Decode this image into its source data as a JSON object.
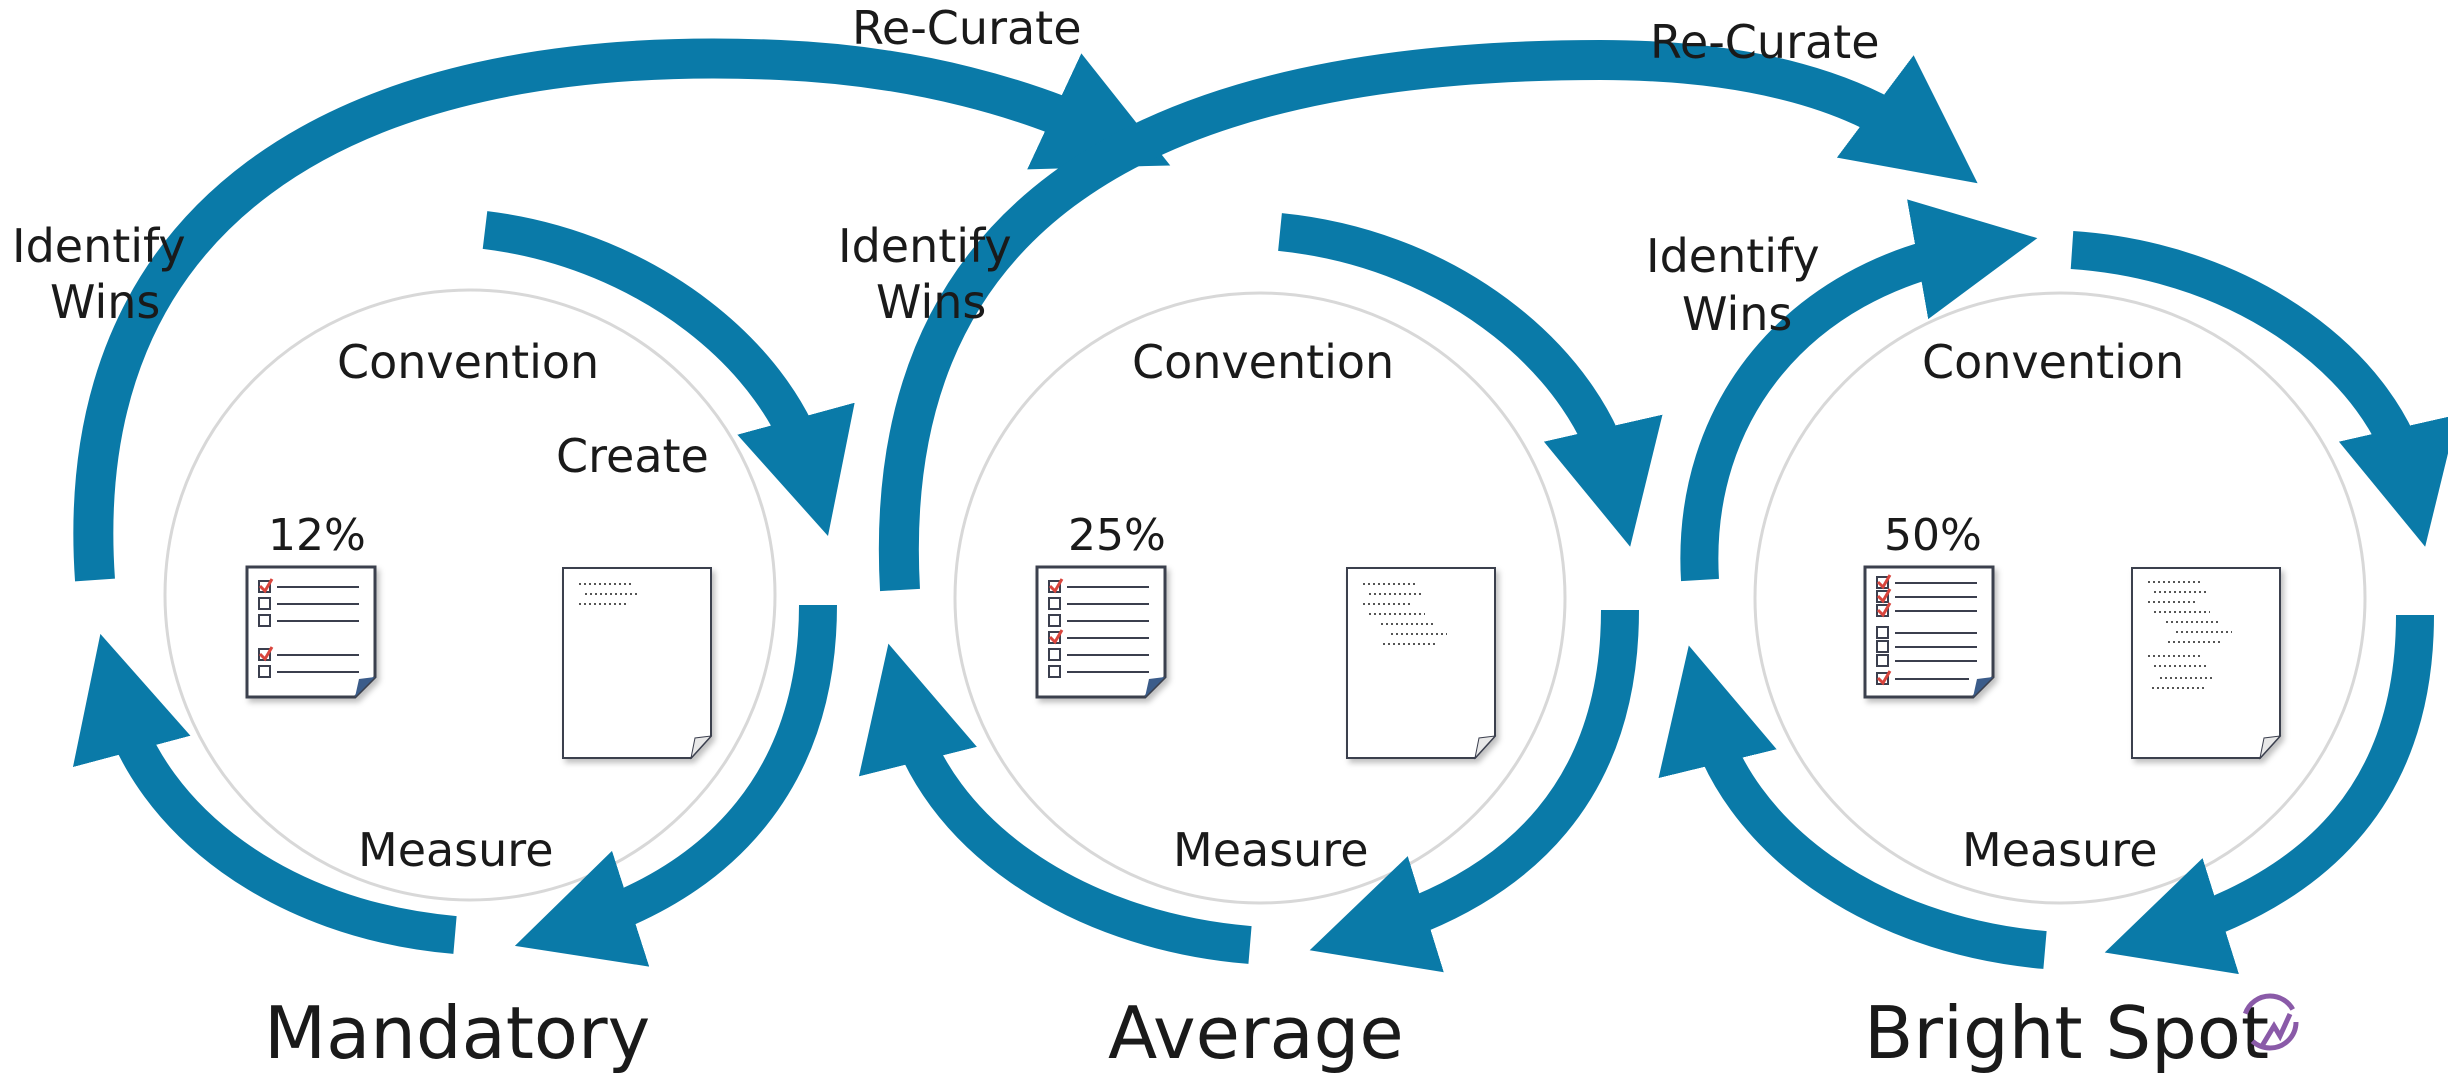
{
  "colors": {
    "arrow": "#0a7aa8",
    "circle_outline": "#d8d8d8",
    "check": "#d9453d",
    "doc_border": "#3b3f4e"
  },
  "stages": [
    {
      "name": "Mandatory",
      "percent": "12%",
      "labels": {
        "recurate": "Re-Curate",
        "identify_line1": "Identify",
        "identify_line2": "Wins",
        "convention": "Convention",
        "create": "Create",
        "measure": "Measure"
      },
      "checked_boxes": 2
    },
    {
      "name": "Average",
      "percent": "25%",
      "labels": {
        "recurate": "Re-Curate",
        "identify_line1": "Identify",
        "identify_line2": "Wins",
        "convention": "Convention",
        "measure": "Measure"
      },
      "checked_boxes": 2
    },
    {
      "name": "Bright Spot",
      "percent": "50%",
      "labels": {
        "identify_line1": "Identify",
        "identify_line2": "Wins",
        "convention": "Convention",
        "measure": "Measure"
      },
      "checked_boxes": 4
    }
  ],
  "icons": [
    "cycle-arrow-icon",
    "checklist-document-icon",
    "draft-document-icon",
    "logo-mark-icon"
  ]
}
